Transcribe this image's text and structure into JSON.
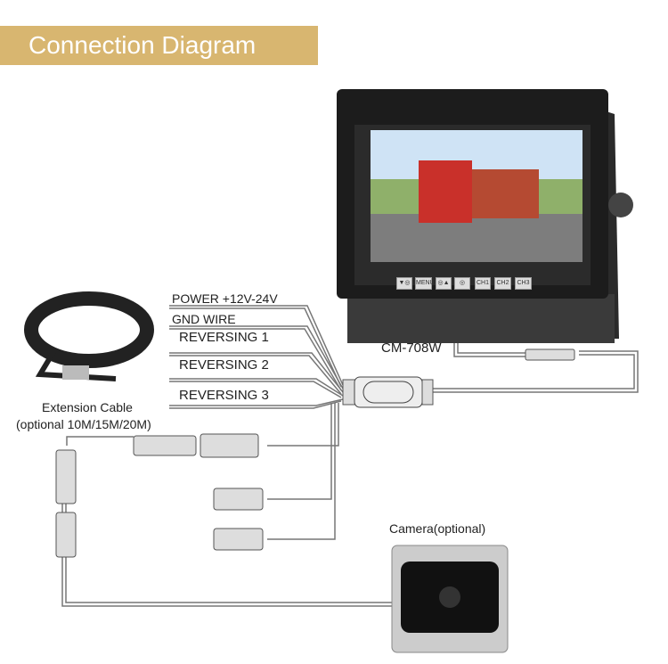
{
  "title": "Connection Diagram",
  "monitor": {
    "model": "CM-708W",
    "buttons": [
      "▼◎",
      "MENU",
      "◎▲",
      "◎",
      "CH1",
      "CH2",
      "CH3"
    ]
  },
  "wires": [
    "POWER +12V-24V",
    "GND WIRE",
    "REVERSING 1",
    "REVERSING 2",
    "REVERSING 3"
  ],
  "extension_cable": {
    "label": "Extension Cable",
    "note": "(optional 10M/15M/20M)"
  },
  "camera": {
    "label": "Camera(optional)"
  }
}
